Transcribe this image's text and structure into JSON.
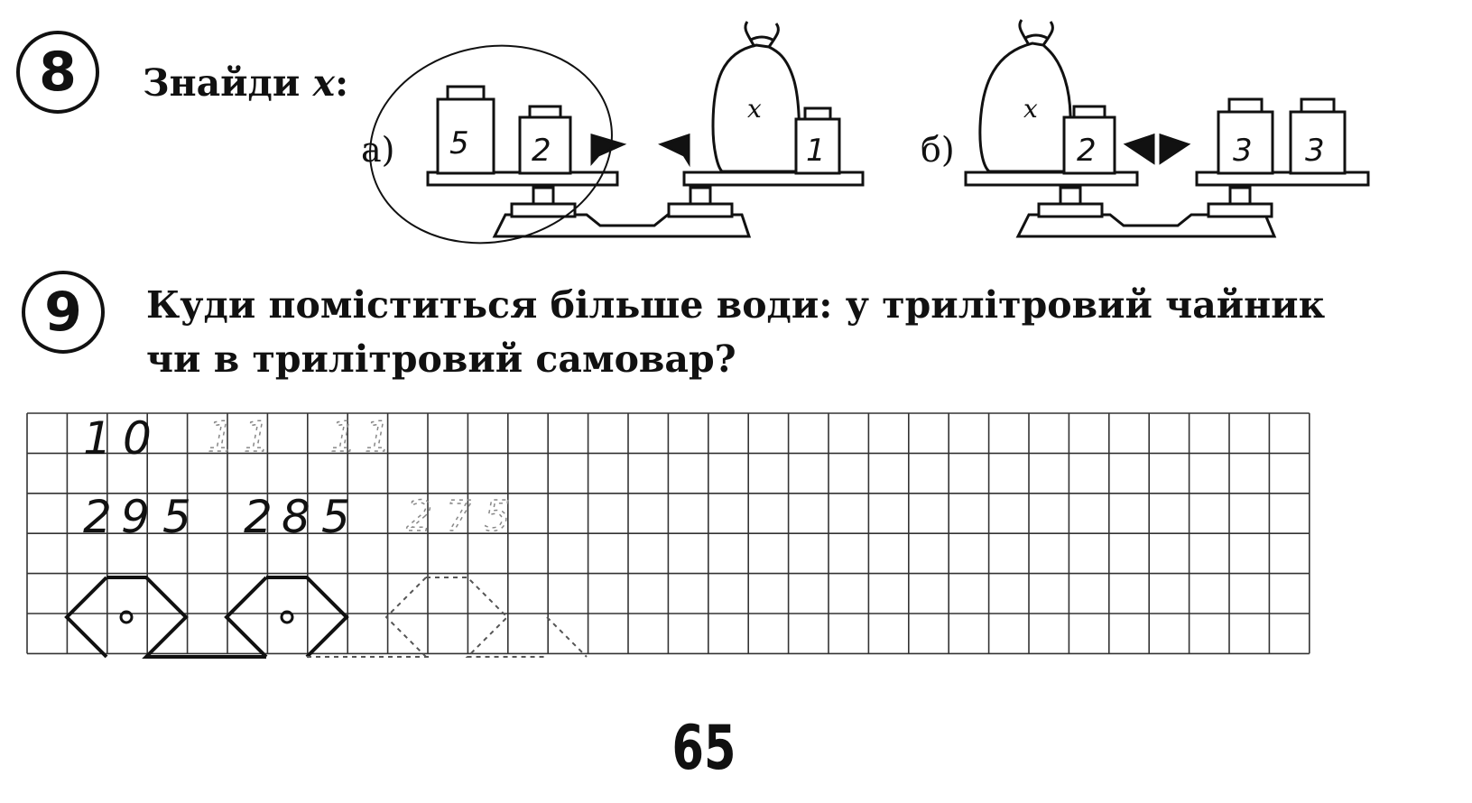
{
  "task8": {
    "number": "8",
    "prompt": "Знайди ",
    "variable": "x",
    "colon": ":",
    "part_a": {
      "label": "а)",
      "left_weights": [
        "5",
        "2"
      ],
      "bag_label": "x",
      "right_weights": [
        "1"
      ]
    },
    "part_b": {
      "label": "б)",
      "bag_label": "x",
      "left_weights": [
        "2"
      ],
      "right_weights": [
        "3",
        "3"
      ]
    }
  },
  "task9": {
    "number": "9",
    "line1": "Куди поміститься більше води: у трилітровий чайник",
    "line2": "чи в трилітровий самовар?"
  },
  "grid": {
    "row1": [
      "1",
      "0"
    ],
    "row1_trace": [
      "1",
      "1",
      "1",
      "1"
    ],
    "row2_group1": [
      "2",
      "9",
      "5"
    ],
    "row2_group2": [
      "2",
      "8",
      "5"
    ],
    "row2_trace": [
      "2",
      "7",
      "5"
    ]
  },
  "page_number": "65"
}
